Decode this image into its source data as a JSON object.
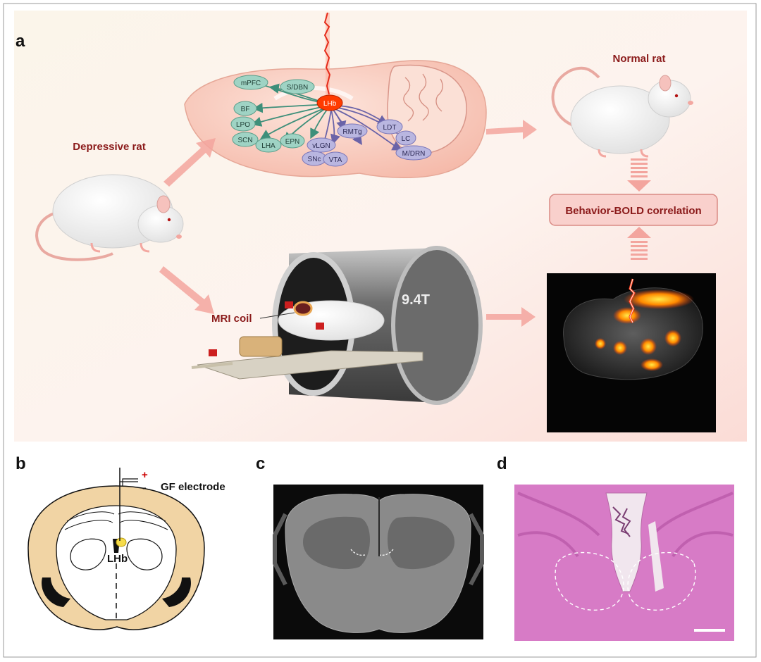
{
  "panels": {
    "a": {
      "label": "a",
      "depressive_rat": "Depressive rat",
      "normal_rat": "Normal rat",
      "correlation_box": "Behavior-BOLD correlation",
      "mri_coil": "MRI coil",
      "magnet_label": "9.4T",
      "brain_regions": {
        "lhb": "LHb",
        "mpfc": "mPFC",
        "sdbn": "S/DBN",
        "bf": "BF",
        "lpo": "LPO",
        "scn": "SCN",
        "lha": "LHA",
        "epn": "EPN",
        "snc": "SNc",
        "vta": "VTA",
        "vlgn": "vLGN",
        "rmtg": "RMTg",
        "ldt": "LDT",
        "lc": "LC",
        "mdrn": "M/DRN"
      }
    },
    "b": {
      "label": "b",
      "electrode": "GF electrode",
      "plus": "+",
      "minus": "-",
      "lhb": "LHb"
    },
    "c": {
      "label": "c"
    },
    "d": {
      "label": "d"
    }
  },
  "colors": {
    "title_red": "#8b1a1a",
    "input_node": "#9fd3c4",
    "output_node": "#b9b6e0",
    "lhb_node": "#ff3b00",
    "correlation_fill": "#f9d0cc",
    "arrow_pink": "#f3a59e",
    "brain_tan": "#f1d4a4",
    "histology_pink": "#d77bc6"
  }
}
